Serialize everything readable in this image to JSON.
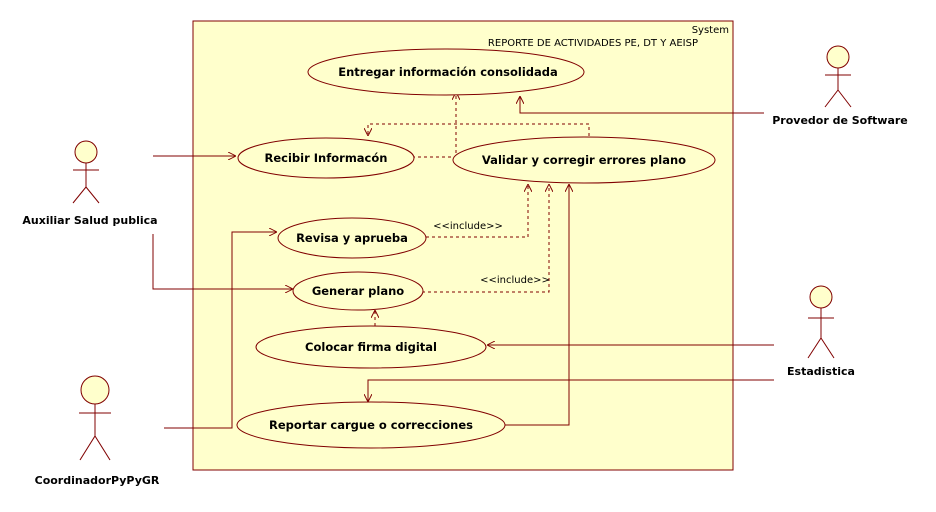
{
  "system": {
    "tag": "System",
    "title": "REPORTE DE ACTIVIDADES PE, DT Y AEISP"
  },
  "use_cases": {
    "entregar": "Entregar información consolidada",
    "recibir": "Recibir Informacón",
    "validar": "Validar y corregir errores plano",
    "revisa": "Revisa y aprueba",
    "generar": "Generar plano",
    "colocar": "Colocar firma digital",
    "reportar": "Reportar cargue o correcciones"
  },
  "actors": {
    "auxiliar": "Auxiliar Salud publica",
    "coordinador": "CoordinadorPyPyGR",
    "proveedor": "Provedor de Software",
    "estadistica": "Estadistica"
  },
  "relations": {
    "include_1": "<<include>>",
    "include_2": "<<include>>"
  },
  "colors": {
    "system_fill": "#ffffcc",
    "line": "#800000",
    "actor_fill": "#ffffcc"
  }
}
